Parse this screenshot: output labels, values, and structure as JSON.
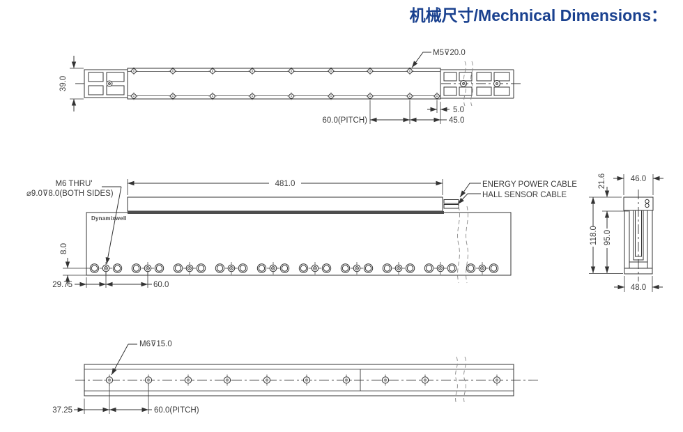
{
  "title": "机械尺寸/Mechnical Dimensions：",
  "colors": {
    "title_blue": "#1a418f",
    "line": "#333333",
    "centerline": "#999999",
    "dark_strip": "#4d4d4d"
  },
  "brand": "Dynamixwell",
  "top_view": {
    "width_dim": "39.0",
    "tap_callout": "M5⊽20.0",
    "pitch_dim": "60.0(PITCH)",
    "end_hole_dim": "5.0",
    "end_dim": "45.0"
  },
  "side_view": {
    "mover_length_dim": "481.0",
    "hole_callout_line1": "M6  THRU'",
    "hole_callout_line2": "⌀9.0⊽8.0(BOTH SIDES)",
    "power_cable_label": "ENERGY POWER CABLE",
    "hall_cable_label": "HALL SENSOR CABLE",
    "hole_height_dim": "8.0",
    "first_hole_dim": "29.75",
    "pitch_dim": "60.0"
  },
  "section_view": {
    "mover_top_height_dim": "21.6",
    "mover_width_dim": "46.0",
    "total_height_dim": "118.0",
    "stator_height_dim": "95.0",
    "stator_width_dim": "48.0"
  },
  "bottom_view": {
    "tap_callout": "M6⊽15.0",
    "first_hole_dim": "37.25",
    "pitch_dim": "60.0(PITCH)"
  }
}
